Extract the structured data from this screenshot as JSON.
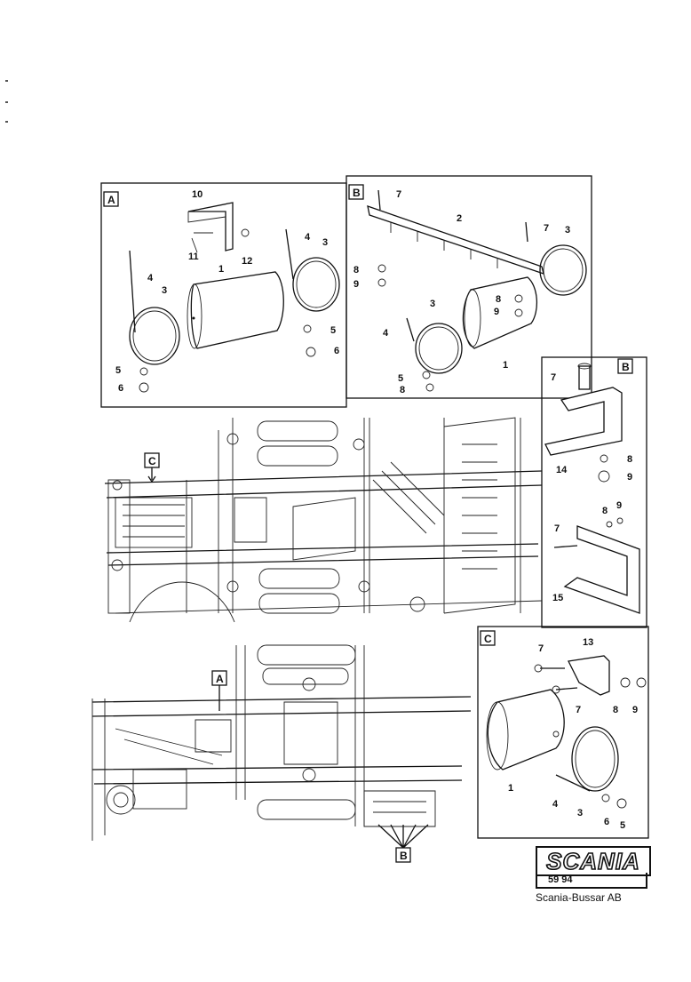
{
  "panels": {
    "A": {
      "tag": "A",
      "labels": [
        "10",
        "4",
        "3",
        "11",
        "12",
        "1",
        "4",
        "3",
        "5",
        "6",
        "5",
        "6"
      ]
    },
    "B": {
      "tag": "B",
      "labels": [
        "7",
        "2",
        "7",
        "3",
        "8",
        "9",
        "8",
        "9",
        "3",
        "4",
        "5",
        "8",
        "1"
      ]
    },
    "B2": {
      "tag": "B",
      "labels": [
        "7",
        "14",
        "8",
        "9",
        "8",
        "9",
        "7",
        "15"
      ]
    },
    "C": {
      "tag": "C",
      "labels": [
        "13",
        "7",
        "7",
        "8",
        "9",
        "1",
        "4",
        "3",
        "6",
        "5"
      ]
    }
  },
  "callouts": {
    "C": "C",
    "A": "A",
    "B": "B"
  },
  "brand": {
    "word": "SCANIA",
    "code": "59 94",
    "maker": "Scania-Bussar AB"
  }
}
